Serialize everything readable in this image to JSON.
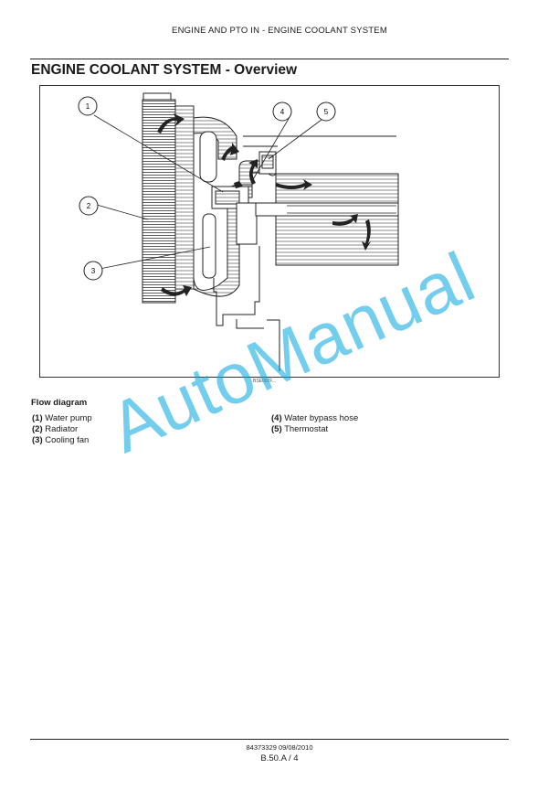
{
  "header": {
    "running_title": "ENGINE AND PTO IN - ENGINE COOLANT SYSTEM"
  },
  "section": {
    "title": "ENGINE COOLANT SYSTEM - Overview"
  },
  "figure": {
    "callouts": [
      "1",
      "4",
      "5",
      "2",
      "3"
    ],
    "code": "BSE002F..."
  },
  "caption": {
    "title": "Flow diagram",
    "items": [
      {
        "num": "(1)",
        "label": "Water pump"
      },
      {
        "num": "(2)",
        "label": "Radiator"
      },
      {
        "num": "(3)",
        "label": "Cooling fan"
      },
      {
        "num": "(4)",
        "label": "Water bypass hose"
      },
      {
        "num": "(5)",
        "label": "Thermostat"
      }
    ]
  },
  "footer": {
    "doc_number": "84373329 09/08/2010",
    "page": "B.50.A / 4"
  },
  "watermark": {
    "text": "AutoManual",
    "color": "#00a4de"
  }
}
